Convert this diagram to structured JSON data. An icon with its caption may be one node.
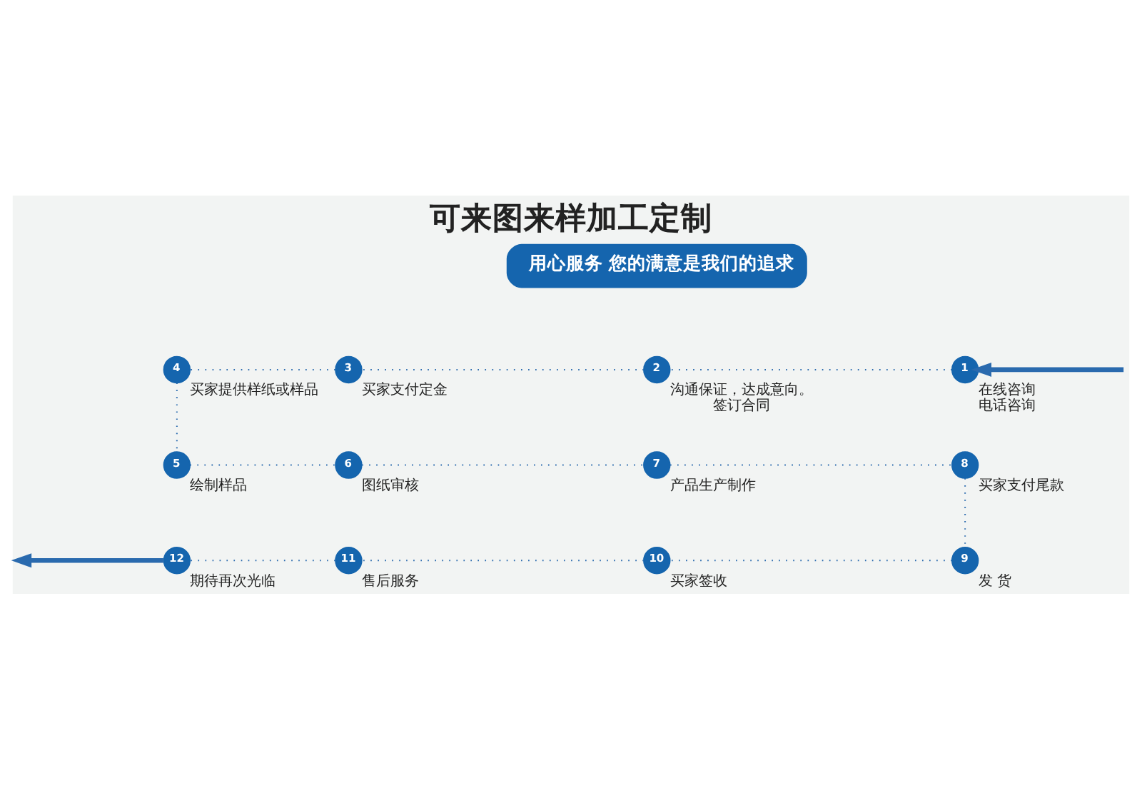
{
  "diagram": {
    "title": "可来图来样加工定制",
    "nodes": [
      {
        "text": [
          "用心服务 您的满意是我们的追求"
        ]
      },
      {
        "text": [
          "1"
        ],
        "beside": [
          "在线咨询",
          "电话咨询"
        ]
      },
      {
        "text": [
          "2"
        ],
        "beside": [
          "沟通保证，达成意向。签订合同"
        ]
      },
      {
        "text": [
          "3"
        ],
        "beside": [
          "买家支付定金"
        ]
      },
      {
        "text": [
          "4"
        ],
        "beside": [
          "买家提供样纸或样品"
        ]
      },
      {
        "text": [
          "5"
        ],
        "beside": [
          "绘制样品"
        ]
      },
      {
        "text": [
          "6"
        ],
        "beside": [
          "图纸审核"
        ]
      },
      {
        "text": [
          "7"
        ],
        "beside": [
          "产品生产制作"
        ]
      },
      {
        "text": [
          "8"
        ],
        "beside": [
          "买家支付尾款"
        ]
      },
      {
        "text": [
          "9"
        ],
        "beside": [
          "发 货"
        ]
      },
      {
        "text": [
          "10"
        ],
        "beside": [
          "买家签收"
        ]
      },
      {
        "text": [
          "11"
        ],
        "beside": [
          "售后服务"
        ]
      },
      {
        "text": [
          "12"
        ],
        "beside": [
          "期待再次光临"
        ]
      }
    ],
    "edges": [
      {
        "from": null,
        "to": 1,
        "arrow": "to",
        "style": "thick"
      },
      {
        "from": 1,
        "to": 2,
        "arrow": "none",
        "style": "dashed"
      },
      {
        "from": 2,
        "to": 3,
        "arrow": "none",
        "style": "dashed"
      },
      {
        "from": 3,
        "to": 4,
        "arrow": "none",
        "style": "dashed"
      },
      {
        "from": 4,
        "to": 5,
        "arrow": "none",
        "style": "dashed"
      },
      {
        "from": 5,
        "to": 6,
        "arrow": "none",
        "style": "dashed"
      },
      {
        "from": 6,
        "to": 7,
        "arrow": "none",
        "style": "dashed"
      },
      {
        "from": 7,
        "to": 8,
        "arrow": "none",
        "style": "dashed"
      },
      {
        "from": 8,
        "to": 9,
        "arrow": "none",
        "style": "dashed"
      },
      {
        "from": 9,
        "to": 10,
        "arrow": "none",
        "style": "dashed"
      },
      {
        "from": 10,
        "to": 11,
        "arrow": "none",
        "style": "dashed"
      },
      {
        "from": 11,
        "to": 12,
        "arrow": "none",
        "style": "dashed"
      },
      {
        "from": 12,
        "to": null,
        "arrow": "to",
        "style": "thick"
      }
    ]
  }
}
